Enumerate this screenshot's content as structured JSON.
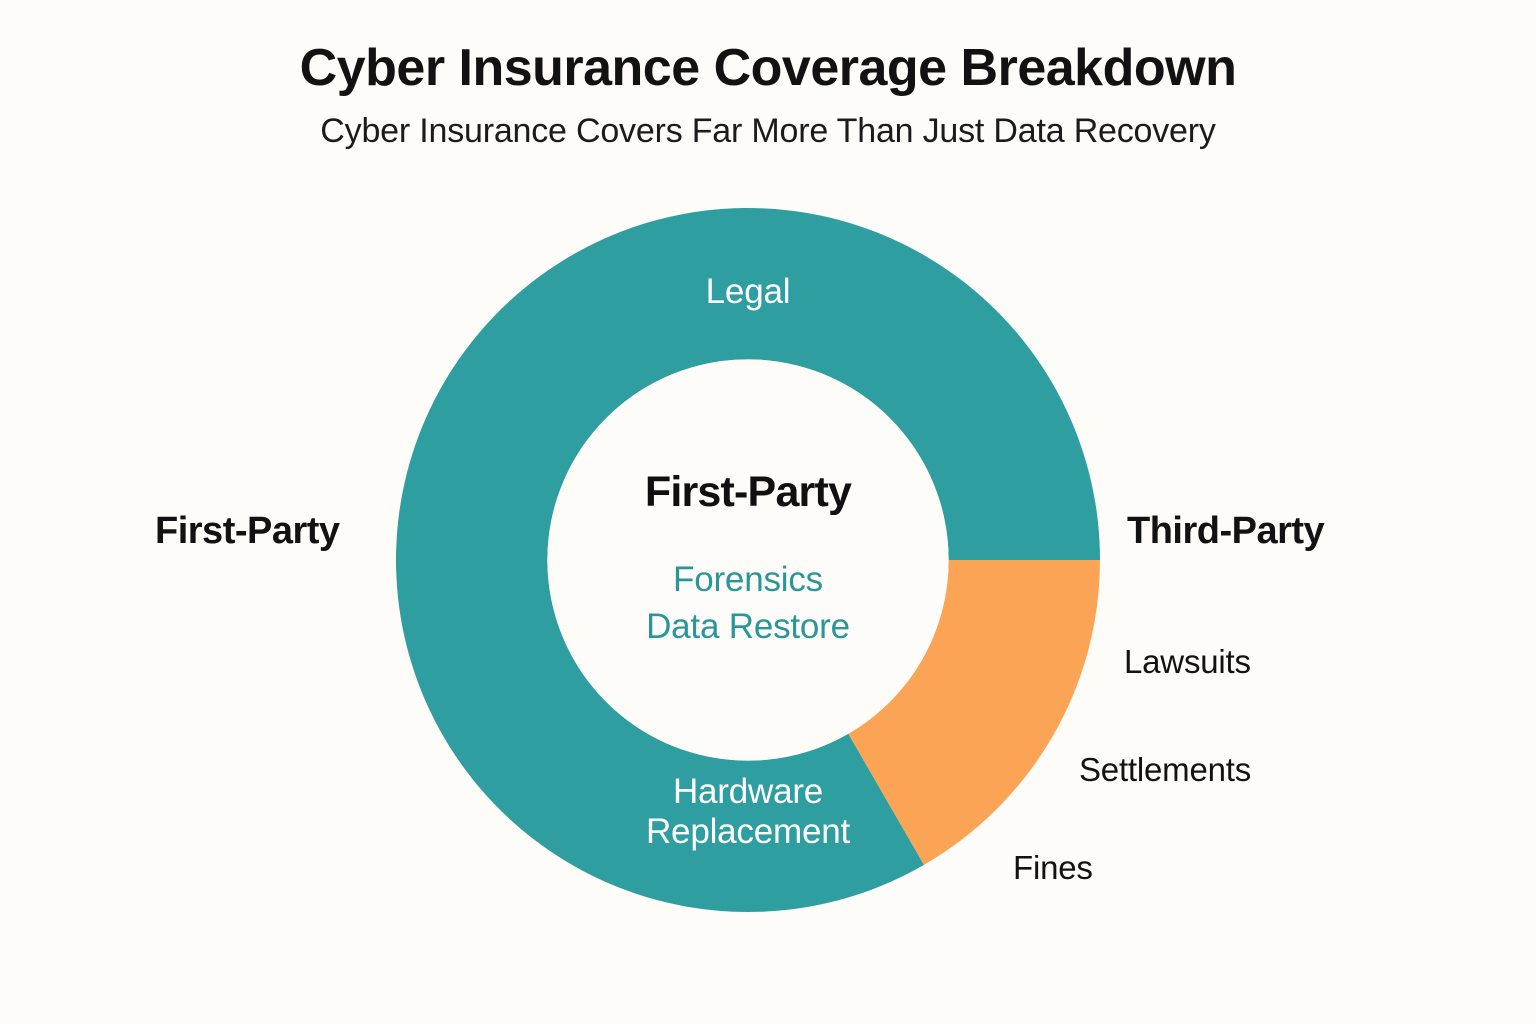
{
  "header": {
    "title": "Cyber Insurance Coverage Breakdown",
    "subtitle": "Cyber Insurance Covers Far More Than Just Data Recovery"
  },
  "center": {
    "heading": "First-Party",
    "items": [
      "Forensics",
      "Data Restore"
    ]
  },
  "ring_labels": {
    "legal": "Legal",
    "hardware": "Hardware\nReplacement"
  },
  "callouts": {
    "first_party": "First-Party",
    "third_party": "Third-Party",
    "lawsuits": "Lawsuits",
    "settlements": "Settlements",
    "fines": "Fines"
  },
  "colors": {
    "first_party": "#2f9ea1",
    "third_party": "#fca455",
    "background": "#fdfcf8",
    "hole": "#fdfcf8",
    "text_dark": "#121212",
    "text_light": "#ffffff",
    "text_accent": "#2a9699"
  },
  "chart_data": {
    "type": "pie",
    "variant": "donut",
    "title": "Cyber Insurance Coverage Breakdown",
    "subtitle": "Cyber Insurance Covers Far More Than Just Data Recovery",
    "center_label": "First-Party",
    "center_sublabels": [
      "Forensics",
      "Data Restore"
    ],
    "legend_position": "outer-callouts",
    "start_angle_deg": 90,
    "direction": "clockwise",
    "hole_ratio": 0.57,
    "categories": [
      "First-Party",
      "Third-Party"
    ],
    "values": [
      83.3,
      16.7
    ],
    "unit": "percent",
    "slices": [
      {
        "name": "First-Party",
        "value": 83.3,
        "color": "#2f9ea1",
        "start_angle_deg": 150,
        "end_angle_deg": 450,
        "sweep_deg": 300,
        "inner_labels": [
          "Legal",
          "Hardware Replacement"
        ],
        "outer_label": "First-Party",
        "center_items": [
          "Forensics",
          "Data Restore"
        ]
      },
      {
        "name": "Third-Party",
        "value": 16.7,
        "color": "#fca455",
        "start_angle_deg": 90,
        "end_angle_deg": 150,
        "sweep_deg": 60,
        "outer_label": "Third-Party",
        "outer_items": [
          "Lawsuits",
          "Settlements",
          "Fines"
        ]
      }
    ]
  }
}
